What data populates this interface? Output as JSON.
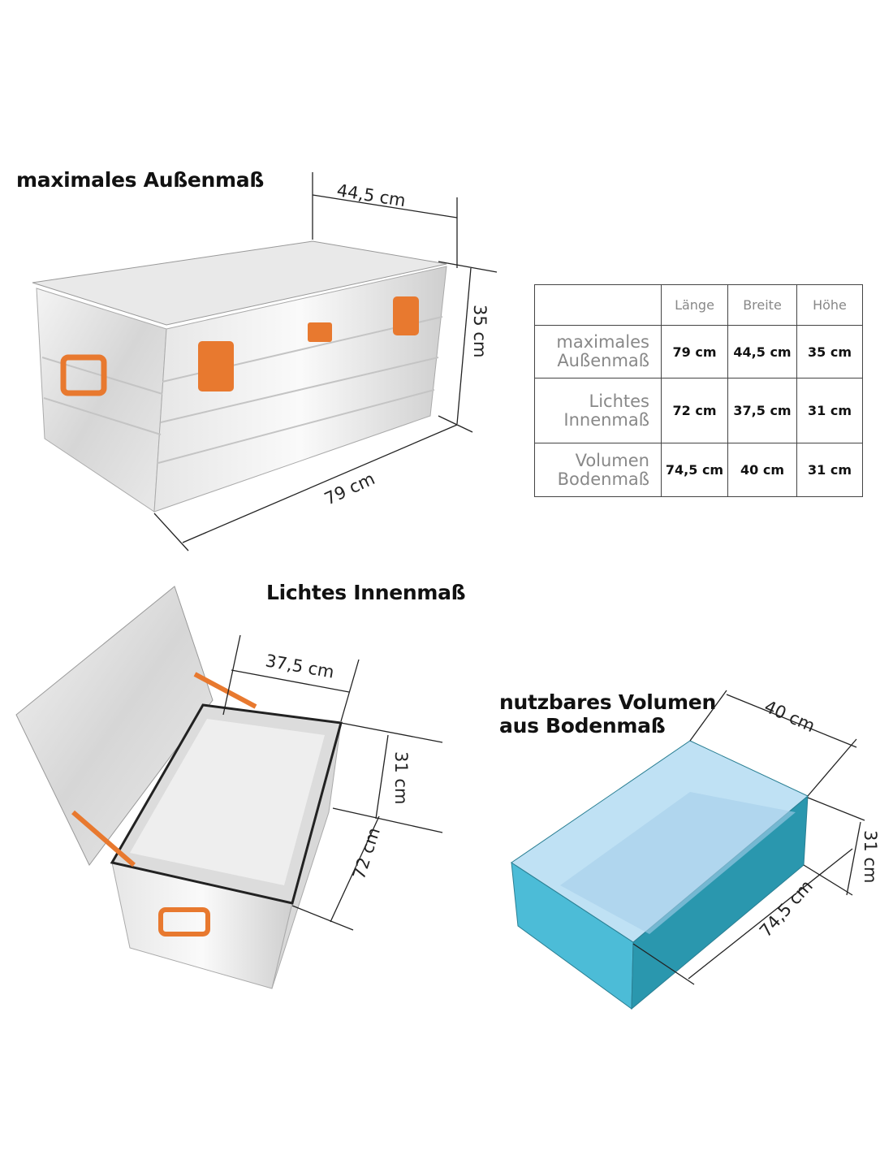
{
  "titles": {
    "outer": "maximales Außenmaß",
    "inner": "Lichtes Innenmaß",
    "volume_line1": "nutzbares Volumen",
    "volume_line2": "aus Bodenmaß"
  },
  "outer_dims": {
    "width": "44,5 cm",
    "height": "35 cm",
    "length": "79 cm"
  },
  "inner_dims": {
    "width": "37,5 cm",
    "height": "31 cm",
    "length": "72 cm"
  },
  "volume_dims": {
    "width": "40 cm",
    "height": "31 cm",
    "length": "74,5 cm"
  },
  "table": {
    "headers": [
      "",
      "Länge",
      "Breite",
      "Höhe"
    ],
    "rows": [
      {
        "label1": "maximales",
        "label2": "Außenmaß",
        "values": [
          "79 cm",
          "44,5 cm",
          "35 cm"
        ]
      },
      {
        "label1": "Lichtes",
        "label2": "Innenmaß",
        "values": [
          "72 cm",
          "37,5 cm",
          "31 cm"
        ]
      },
      {
        "label1": "Volumen",
        "label2": "Bodenmaß",
        "values": [
          "74,5 cm",
          "40 cm",
          "31 cm"
        ]
      }
    ]
  },
  "colors": {
    "accent": "#e8792f",
    "volume_top": "#b8def3",
    "volume_left": "#4cbcd7",
    "volume_right": "#2a97ae"
  }
}
